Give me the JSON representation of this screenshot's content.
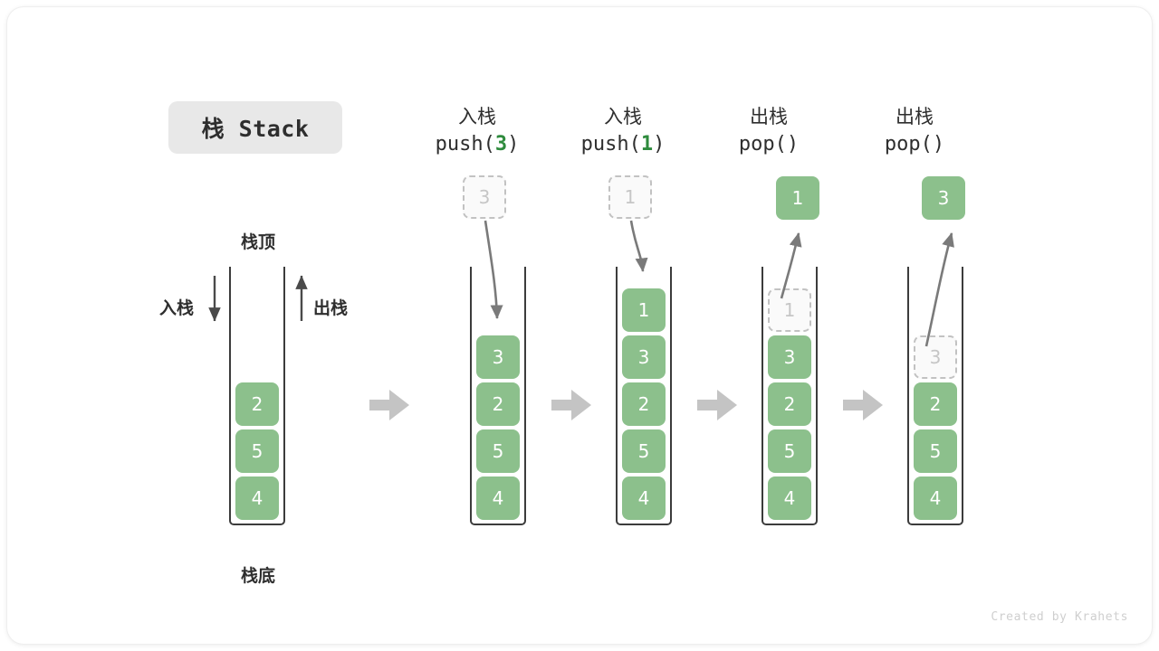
{
  "title": {
    "text": "栈 Stack"
  },
  "labels": {
    "top": "栈顶",
    "bottom": "栈底",
    "push": "入栈",
    "pop": "出栈"
  },
  "credit": "Created by Krahets",
  "colors": {
    "cell_fill": "#8cc08c",
    "cell_text": "#ffffff",
    "ghost_border": "#c2c2c2",
    "ghost_text": "#c6c6c6",
    "code_accent": "#2e8b3d",
    "container_stroke": "#3c3c3c",
    "step_arrow": "#c4c4c4",
    "flow_arrow": "#7a7a7a",
    "title_chip_bg": "#e8e8e8",
    "text": "#2e2e2e"
  },
  "columns": [
    {
      "id": "initial",
      "head_cn": "",
      "head_code": "",
      "head_code_value": "",
      "floating": null,
      "stack": [
        {
          "value": "4",
          "state": "filled"
        },
        {
          "value": "5",
          "state": "filled"
        },
        {
          "value": "2",
          "state": "filled"
        }
      ]
    },
    {
      "id": "push-3",
      "head_cn": "入栈",
      "head_code_prefix": "push(",
      "head_code_value": "3",
      "head_code_suffix": ")",
      "floating": {
        "value": "3",
        "state": "ghost"
      },
      "stack": [
        {
          "value": "4",
          "state": "filled"
        },
        {
          "value": "5",
          "state": "filled"
        },
        {
          "value": "2",
          "state": "filled"
        },
        {
          "value": "3",
          "state": "filled"
        }
      ]
    },
    {
      "id": "push-1",
      "head_cn": "入栈",
      "head_code_prefix": "push(",
      "head_code_value": "1",
      "head_code_suffix": ")",
      "floating": {
        "value": "1",
        "state": "ghost"
      },
      "stack": [
        {
          "value": "4",
          "state": "filled"
        },
        {
          "value": "5",
          "state": "filled"
        },
        {
          "value": "2",
          "state": "filled"
        },
        {
          "value": "3",
          "state": "filled"
        },
        {
          "value": "1",
          "state": "filled"
        }
      ]
    },
    {
      "id": "pop-1",
      "head_cn": "出栈",
      "head_code_prefix": "pop(",
      "head_code_value": "",
      "head_code_suffix": ")",
      "floating": {
        "value": "1",
        "state": "filled"
      },
      "stack": [
        {
          "value": "4",
          "state": "filled"
        },
        {
          "value": "5",
          "state": "filled"
        },
        {
          "value": "2",
          "state": "filled"
        },
        {
          "value": "3",
          "state": "filled"
        },
        {
          "value": "1",
          "state": "ghost"
        }
      ]
    },
    {
      "id": "pop-3",
      "head_cn": "出栈",
      "head_code_prefix": "pop(",
      "head_code_value": "",
      "head_code_suffix": ")",
      "floating": {
        "value": "3",
        "state": "filled"
      },
      "stack": [
        {
          "value": "4",
          "state": "filled"
        },
        {
          "value": "5",
          "state": "filled"
        },
        {
          "value": "2",
          "state": "filled"
        },
        {
          "value": "3",
          "state": "ghost"
        }
      ]
    }
  ],
  "step_arrows": 4
}
